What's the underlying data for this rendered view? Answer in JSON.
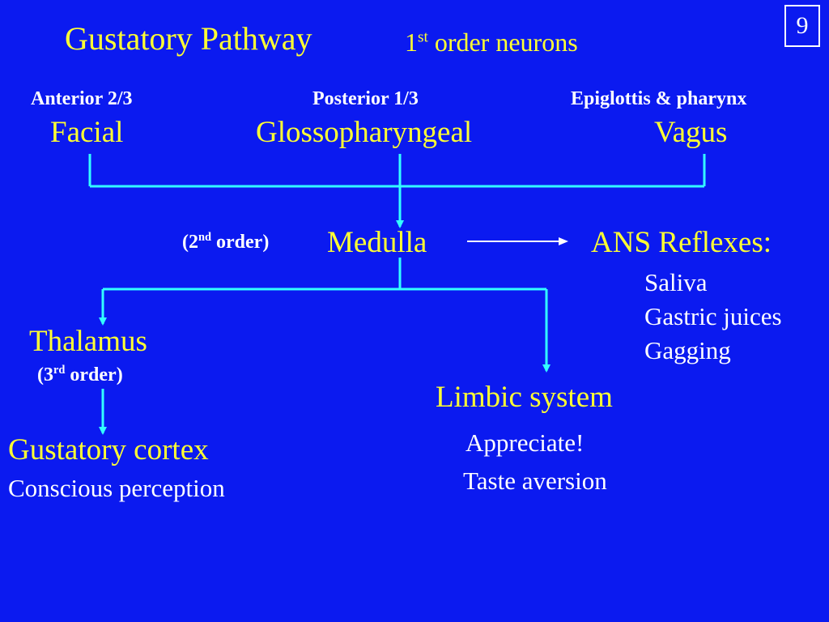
{
  "slide_number": "9",
  "title": "Gustatory Pathway",
  "subtitle": {
    "num": "1",
    "sup": "st",
    "rest": " order neurons"
  },
  "nerves": [
    {
      "region": "Anterior 2/3",
      "nerve": "Facial"
    },
    {
      "region": "Posterior 1/3",
      "nerve": "Glossopharyngeal"
    },
    {
      "region": "Epiglottis & pharynx",
      "nerve": "Vagus"
    }
  ],
  "second_order": {
    "open": "(2",
    "sup": "nd",
    "close": " order)"
  },
  "medulla": "Medulla",
  "ans": {
    "title": "ANS Reflexes:",
    "items": [
      "Saliva",
      "Gastric juices",
      "Gagging"
    ]
  },
  "thalamus": "Thalamus",
  "third_order": {
    "open": "(3",
    "sup": "rd",
    "close": " order)"
  },
  "cortex": {
    "title": "Gustatory cortex",
    "desc": "Conscious perception"
  },
  "limbic": {
    "title": "Limbic system",
    "items": [
      "Appreciate!",
      "Taste aversion"
    ]
  },
  "colors": {
    "background": "#0b1af0",
    "heading_text": "#ffff33",
    "body_text": "#ffffff",
    "connector": "#33ffff"
  }
}
